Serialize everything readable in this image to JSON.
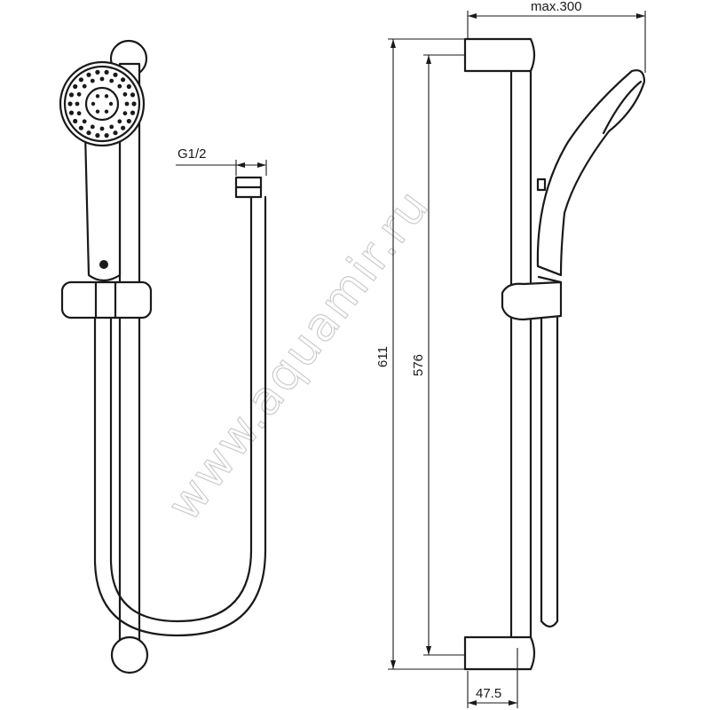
{
  "dimensions": {
    "thread": "G1/2",
    "max_width": "max.300",
    "total_height": "611",
    "bracket_distance": "576",
    "wall_offset": "47.5"
  },
  "watermark": "www.aquamir.ru"
}
